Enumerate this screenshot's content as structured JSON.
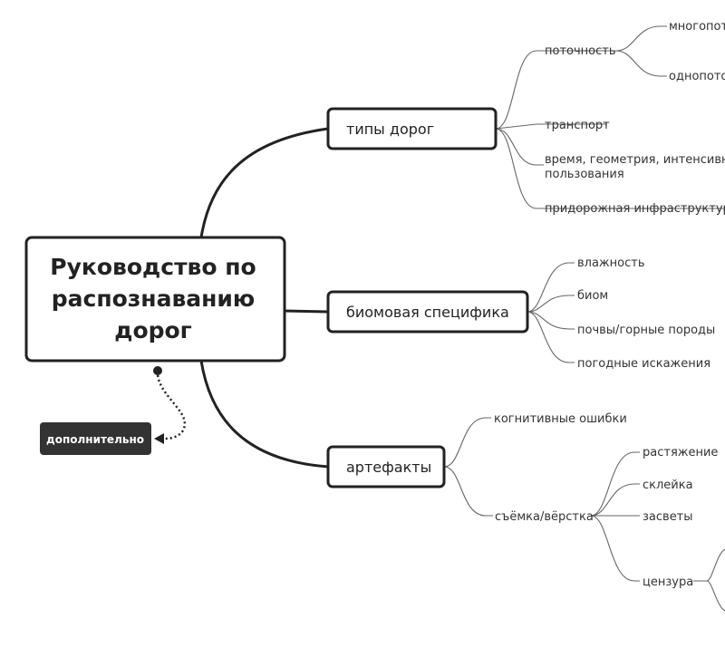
{
  "root": {
    "lines": [
      "Руководство по",
      "распознаванию",
      "дорог"
    ]
  },
  "extra_tag": "дополнительно",
  "branches": {
    "road_types": {
      "label": "типы дорог",
      "children": {
        "flow": {
          "label": "поточность",
          "children": [
            "многопот",
            "однопото"
          ]
        },
        "transport": "транспорт",
        "time_geometry": [
          "время, геометрия, интенсивно",
          "пользования"
        ],
        "roadside": "придорожная инфраструктура"
      }
    },
    "biome": {
      "label": "биомовая специфика",
      "children": [
        "влажность",
        "биом",
        "почвы/горные породы",
        "погодные искажения"
      ]
    },
    "artifacts": {
      "label": "артефакты",
      "children": {
        "cognitive": "когнитивные ошибки",
        "shooting": {
          "label": "съёмка/вёрстка",
          "children": [
            "растяжение",
            "склейка",
            "засветы",
            "цензура"
          ]
        }
      }
    }
  }
}
